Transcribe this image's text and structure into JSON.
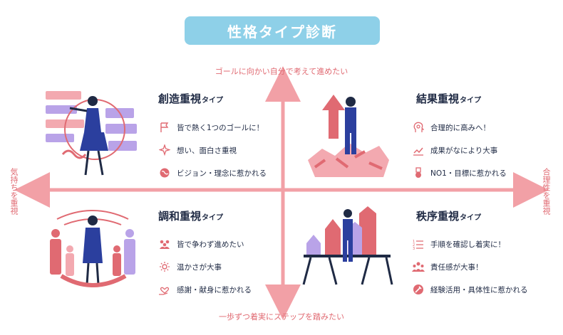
{
  "title": "性格タイプ診断",
  "axes": {
    "top": "ゴールに向かい自分で考えて進めたい",
    "bottom": "一歩ずつ着実にステップを踏みたい",
    "left": "気持ちを重視",
    "right": "合理性を重視"
  },
  "quadrants": {
    "top_left": {
      "title": "創造重視",
      "suffix": "タイプ",
      "traits": [
        {
          "icon": "flag-icon",
          "text": "皆で熱く1つのゴールに！"
        },
        {
          "icon": "sparkle-icon",
          "text": "想い、面白さ重視"
        },
        {
          "icon": "globe-icon",
          "text": "ビジョン・理念に惹かれる"
        }
      ]
    },
    "top_right": {
      "title": "結果重視",
      "suffix": "タイプ",
      "traits": [
        {
          "icon": "head-gear-icon",
          "text": "合理的に高みへ！"
        },
        {
          "icon": "chart-up-icon",
          "text": "成果がなにより大事"
        },
        {
          "icon": "medal-icon",
          "text": "NO1・目標に惹かれる"
        }
      ]
    },
    "bottom_left": {
      "title": "調和重視",
      "suffix": "タイプ",
      "traits": [
        {
          "icon": "people-icon",
          "text": "皆で争わず進めたい"
        },
        {
          "icon": "sun-icon",
          "text": "温かさが大事"
        },
        {
          "icon": "heart-hand-icon",
          "text": "感謝・献身に惹かれる"
        }
      ]
    },
    "bottom_right": {
      "title": "秩序重視",
      "suffix": "タイプ",
      "traits": [
        {
          "icon": "steps-list-icon",
          "text": "手順を確認し着実に！"
        },
        {
          "icon": "team-icon",
          "text": "責任感が大事！"
        },
        {
          "icon": "tools-icon",
          "text": "経験活用・具体性に惹かれる"
        }
      ]
    }
  },
  "colors": {
    "accent": "#e06a72",
    "title_bg": "#8ed0e8",
    "navy": "#2b3f9e",
    "lavender": "#b9a3e8",
    "pink": "#f3a9b0",
    "axis": "#f2a0a6"
  }
}
